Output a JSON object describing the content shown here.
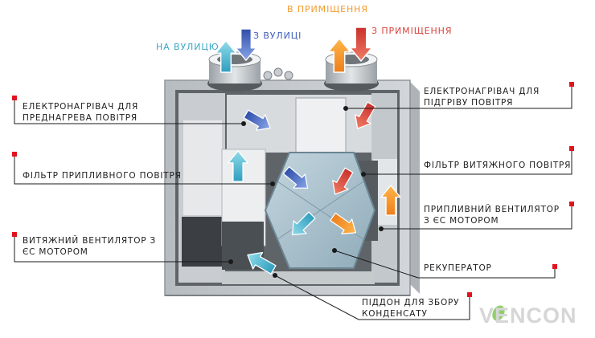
{
  "flows": {
    "into_room": "В ПРИМІЩЕННЯ",
    "from_room": "З ПРИМІЩЕННЯ",
    "to_street": "НА ВУЛИЦЮ",
    "from_street": "З ВУЛИЦІ"
  },
  "labels": {
    "preheater_line1": "ЕЛЕКТРОНАГРІВАЧ ДЛЯ",
    "preheater_line2": "ПРЕДНАГРЕВА ПОВІТРЯ",
    "reheater_line1": "ЕЛЕКТРОНАГРІВАЧ ДЛЯ",
    "reheater_line2": "ПІДГРІВУ ПОВІТРЯ",
    "supply_filter": "ФІЛЬТР ПРИПЛИВНОГО ПОВІТРЯ",
    "exhaust_filter": "ФІЛЬТР ВИТЯЖНОГО ПОВІТРЯ",
    "exhaust_fan_line1": "ВИТЯЖНИЙ ВЕНТИЛЯТОР З",
    "exhaust_fan_line2": "ЄС МОТОРОМ",
    "supply_fan_line1": "ПРИПЛИВНИЙ ВЕНТИЛЯТОР",
    "supply_fan_line2": "З ЄС МОТОРОМ",
    "recuperator": "РЕКУПЕРАТОР",
    "tray_line1": "ПІДДОН ДЛЯ ЗБОРУ",
    "tray_line2": "КОНДЕНСАТУ"
  },
  "watermark": "VENCON",
  "colors": {
    "warm_orange": "#f39a2e",
    "hot_red": "#d9443c",
    "cool_teal": "#3aa6c4",
    "cold_blue": "#3f5fb8",
    "marker_red": "#e0141e"
  }
}
